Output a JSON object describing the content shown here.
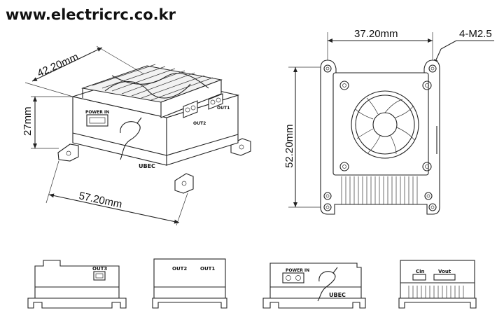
{
  "watermark": "www.electricrc.co.kr",
  "iso_view": {
    "dim_depth": "42.20mm",
    "dim_height": "27mm",
    "dim_length": "57.20mm",
    "label_power_in": "POWER IN",
    "label_out2": "OUT2",
    "label_out1": "OUT1",
    "label_brand": "UBEC"
  },
  "top_view": {
    "dim_width": "37.20mm",
    "dim_hole": "4-M2.5",
    "dim_height": "52.20mm"
  },
  "side_view_1": {
    "label_out3": "OUT3"
  },
  "side_view_2": {
    "label_out2": "OUT2",
    "label_out1": "OUT1"
  },
  "side_view_3": {
    "label_power_in": "POWER IN",
    "label_brand": "UBEC"
  },
  "side_view_4": {
    "label_cin": "Cin",
    "label_vout": "Vout"
  }
}
